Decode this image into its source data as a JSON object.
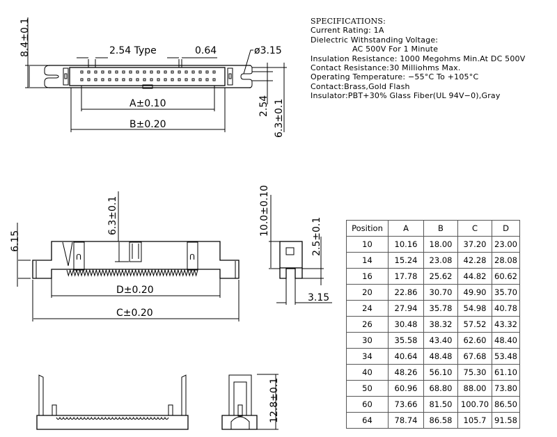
{
  "specs": {
    "title": "SPECIFICATIONS:",
    "lines": [
      "Current Rating: 1A",
      "Dielectric Withstanding Voltage:",
      "AC 500V For 1 Minute",
      "Insulation Resistance: 1000 Megohms Min.At DC 500V",
      "Contact Resistance:30 Milliohms Max.",
      "Operating Temperature: −55°C To +105°C",
      "Contact:Brass,Gold Flash",
      "Insulator:PBT+30% Glass Fiber(UL 94V−0),Gray"
    ]
  },
  "dims": {
    "top_height": "8.4±0.1",
    "pitch": "2.54 Type",
    "pin_width": "0.64",
    "hole_dia": "ø3.15",
    "a": "A±0.10",
    "b": "B±0.20",
    "row_pitch": "2.54",
    "top_depth": "6.3±0.1",
    "front_base": "6.15",
    "front_depth": "6.3±0.1",
    "d": "D±0.20",
    "c": "C±0.20",
    "side_height": "10.0±0.10",
    "side_pin": "2.5±0.1",
    "side_width": "3.15",
    "latch_height": "12.8±0.1"
  },
  "table": {
    "headers": [
      "Position",
      "A",
      "B",
      "C",
      "D"
    ],
    "rows": [
      [
        "10",
        "10.16",
        "18.00",
        "37.20",
        "23.00"
      ],
      [
        "14",
        "15.24",
        "23.08",
        "42.28",
        "28.08"
      ],
      [
        "16",
        "17.78",
        "25.62",
        "44.82",
        "60.62"
      ],
      [
        "20",
        "22.86",
        "30.70",
        "49.90",
        "35.70"
      ],
      [
        "24",
        "27.94",
        "35.78",
        "54.98",
        "40.78"
      ],
      [
        "26",
        "30.48",
        "38.32",
        "57.52",
        "43.32"
      ],
      [
        "30",
        "35.58",
        "43.40",
        "62.60",
        "48.40"
      ],
      [
        "34",
        "40.64",
        "48.48",
        "67.68",
        "53.48"
      ],
      [
        "40",
        "48.26",
        "56.10",
        "75.30",
        "61.10"
      ],
      [
        "50",
        "60.96",
        "68.80",
        "88.00",
        "73.80"
      ],
      [
        "60",
        "73.66",
        "81.50",
        "100.70",
        "86.50"
      ],
      [
        "64",
        "78.74",
        "86.58",
        "105.7",
        "91.58"
      ]
    ]
  }
}
